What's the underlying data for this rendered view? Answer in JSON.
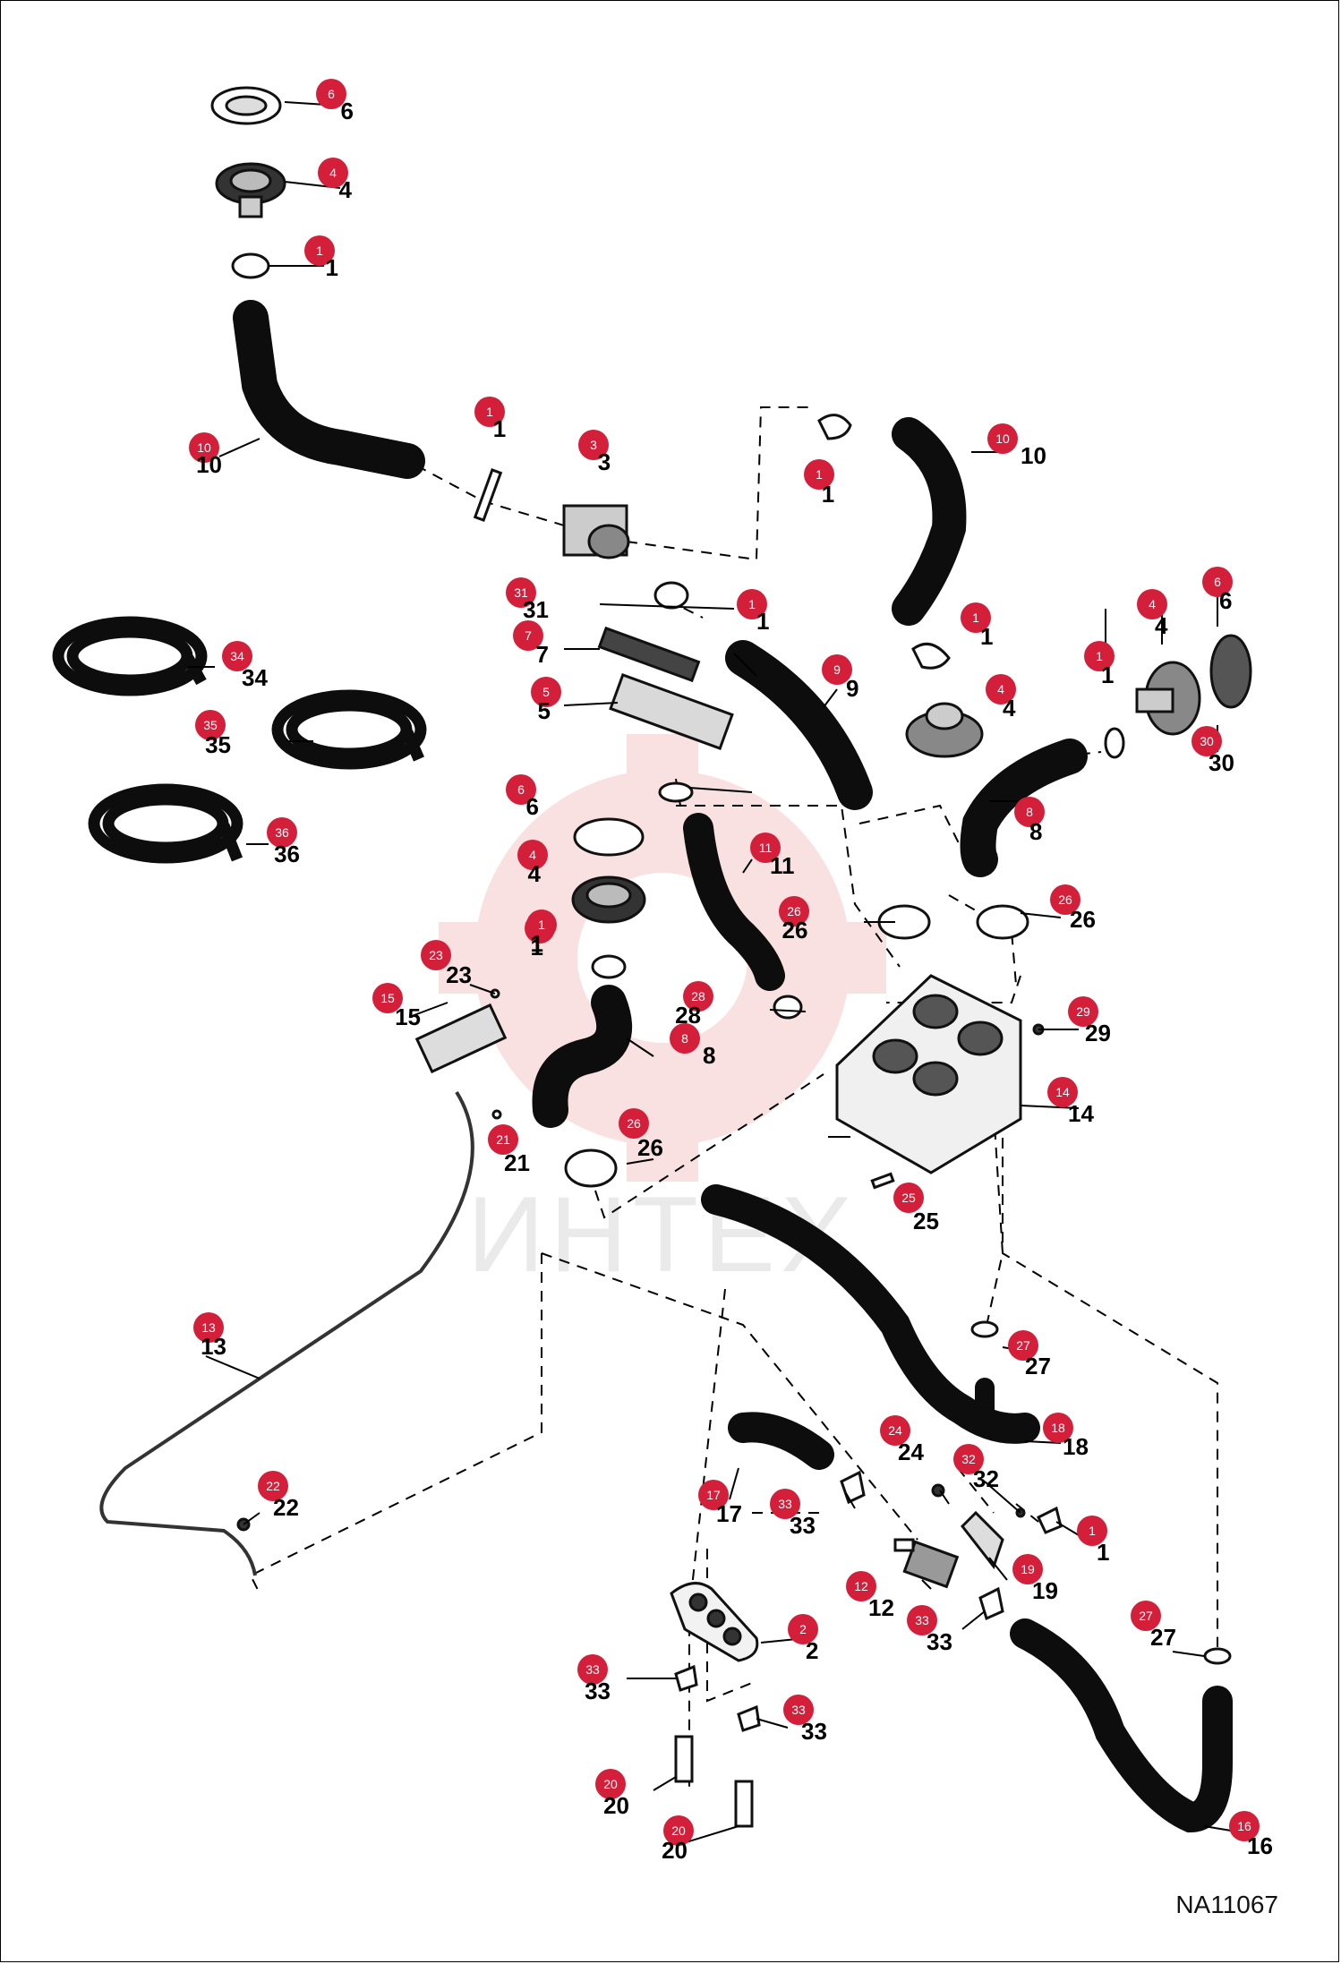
{
  "diagram": {
    "code": "NA11067",
    "watermark_text": "ИНТЕХ",
    "colors": {
      "callout": "#d41f3a",
      "hose": "#0d0d0d",
      "line": "#000000",
      "watermark": "#f5c9c9"
    }
  },
  "callouts": [
    {
      "num": "6"
    },
    {
      "num": "4"
    },
    {
      "num": "1"
    },
    {
      "num": "10"
    },
    {
      "num": "1"
    },
    {
      "num": "3"
    },
    {
      "num": "1"
    },
    {
      "num": "10"
    },
    {
      "num": "31"
    },
    {
      "num": "7"
    },
    {
      "num": "1"
    },
    {
      "num": "34"
    },
    {
      "num": "9"
    },
    {
      "num": "5"
    },
    {
      "num": "35"
    },
    {
      "num": "1"
    },
    {
      "num": "4"
    },
    {
      "num": "6"
    },
    {
      "num": "4"
    },
    {
      "num": "1"
    },
    {
      "num": "30"
    },
    {
      "num": "6"
    },
    {
      "num": "1"
    },
    {
      "num": "8"
    },
    {
      "num": "36"
    },
    {
      "num": "4"
    },
    {
      "num": "11"
    },
    {
      "num": "26"
    },
    {
      "num": "26"
    },
    {
      "num": "1"
    },
    {
      "num": "23"
    },
    {
      "num": "28"
    },
    {
      "num": "29"
    },
    {
      "num": "15"
    },
    {
      "num": "8"
    },
    {
      "num": "14"
    },
    {
      "num": "21"
    },
    {
      "num": "26"
    },
    {
      "num": "25"
    },
    {
      "num": "13"
    },
    {
      "num": "27"
    },
    {
      "num": "18"
    },
    {
      "num": "24"
    },
    {
      "num": "32"
    },
    {
      "num": "22"
    },
    {
      "num": "17"
    },
    {
      "num": "33"
    },
    {
      "num": "1"
    },
    {
      "num": "19"
    },
    {
      "num": "12"
    },
    {
      "num": "33"
    },
    {
      "num": "2"
    },
    {
      "num": "27"
    },
    {
      "num": "33"
    },
    {
      "num": "33"
    },
    {
      "num": "20"
    },
    {
      "num": "20"
    },
    {
      "num": "16"
    }
  ]
}
